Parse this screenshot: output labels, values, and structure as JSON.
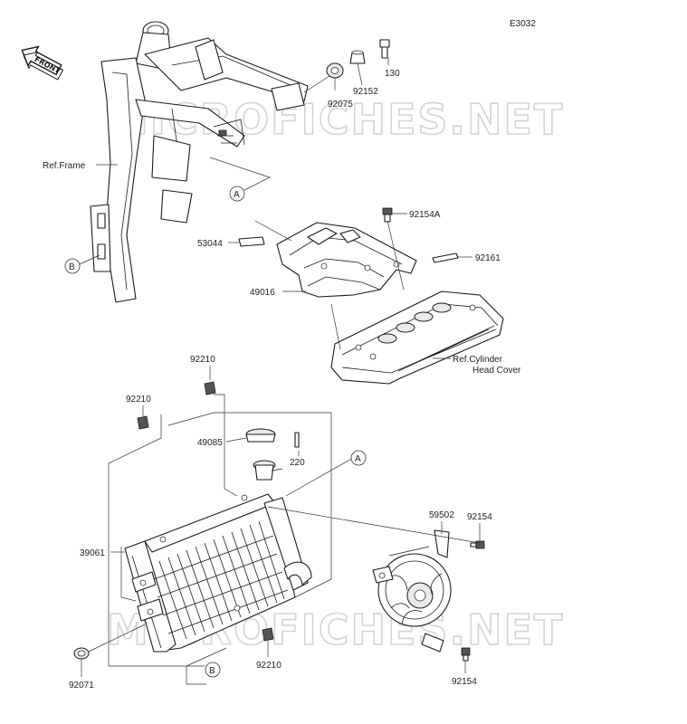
{
  "diagram_code": "E3032",
  "front_label": "FRONT",
  "watermark_top": "MICROFICHES.NET",
  "watermark_bottom": "MICROFICHES.NET",
  "parts": {
    "p130": "130",
    "p92152": "92152",
    "p92075": "92075",
    "p92154A": "92154A",
    "p53044": "53044",
    "p92161": "92161",
    "p49016": "49016",
    "p92210_top": "92210",
    "p92210_left": "92210",
    "p92210_bottom": "92210",
    "p49085": "49085",
    "p220": "220",
    "p39061": "39061",
    "p59502": "59502",
    "p92154_top": "92154",
    "p92154_bottom": "92154",
    "p92071": "92071"
  },
  "references": {
    "frame": "Ref.Frame",
    "cyl_line1": "Ref.Cylinder",
    "cyl_line2": "Head Cover"
  },
  "callouts": {
    "a_top": "A",
    "b_top": "B",
    "a_mid": "A",
    "b_bottom": "B"
  }
}
